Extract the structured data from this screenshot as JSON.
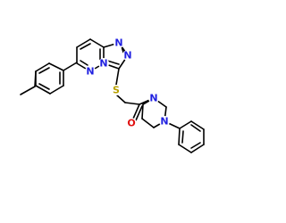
{
  "molecule": {
    "atoms": [
      {
        "id": "N1",
        "symbol": "N",
        "color": "#1f1fe0"
      },
      {
        "id": "N2",
        "symbol": "N",
        "color": "#1f1fe0"
      },
      {
        "id": "N3",
        "symbol": "N",
        "color": "#1f1fe0"
      },
      {
        "id": "N4",
        "symbol": "N",
        "color": "#1f1fe0"
      },
      {
        "id": "N5",
        "symbol": "N",
        "color": "#1f1fe0"
      },
      {
        "id": "N6",
        "symbol": "N",
        "color": "#1f1fe0"
      },
      {
        "id": "S1",
        "symbol": "S",
        "color": "#b8a000"
      },
      {
        "id": "O1",
        "symbol": "O",
        "color": "#e01010"
      }
    ]
  }
}
